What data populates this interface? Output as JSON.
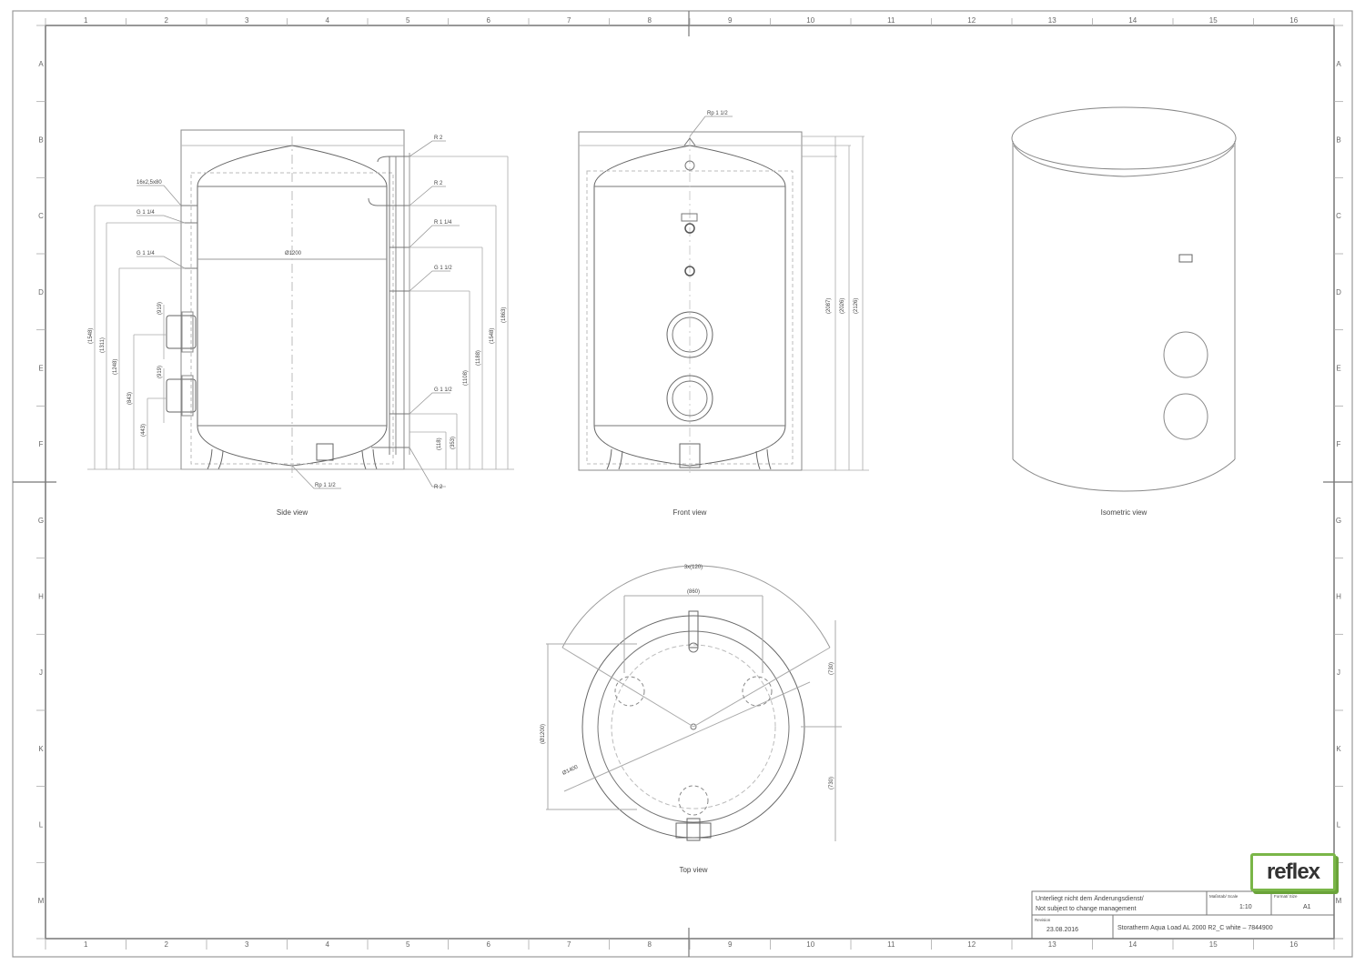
{
  "frame": {
    "columns": [
      "1",
      "2",
      "3",
      "4",
      "5",
      "6",
      "7",
      "8",
      "9",
      "10",
      "11",
      "12",
      "13",
      "14",
      "15",
      "16"
    ],
    "rows": [
      "A",
      "B",
      "C",
      "D",
      "E",
      "F",
      "G",
      "H",
      "J",
      "K",
      "L",
      "M"
    ]
  },
  "views": {
    "side": "Side view",
    "front": "Front view",
    "isometric": "Isometric view",
    "top": "Top view"
  },
  "side_labels": {
    "r2_top": "R 2",
    "r2_b": "R 2",
    "r114": "R 1 1/4",
    "g112_upper": "G 1 1/2",
    "g112_lower": "G 1 1/2",
    "r2_bottom": "R 2",
    "flange": "16x2,5x80",
    "g114_a": "G 1 1/4",
    "g114_b": "G 1 1/4",
    "diameter": "Ø1200",
    "bottom_conn": "Rp 1 1/2",
    "dims_left": [
      "(1548)",
      "(1311)",
      "(1248)",
      "(843)",
      "(443)"
    ],
    "dims_flange": [
      "(919)",
      "(919)"
    ],
    "dims_right": [
      "(1863)",
      "(1548)",
      "(1188)",
      "(1108)",
      "(118)",
      "(353)"
    ]
  },
  "front_labels": {
    "top_conn": "Rp 1 1/2",
    "dims": [
      "(2087)",
      "(2026)",
      "(2126)"
    ]
  },
  "top_labels": {
    "angle": "3x(120)",
    "width": "(860)",
    "dia1": "Ø1400",
    "dia2": "(Ø1200)",
    "r1": "(730)",
    "r2": "(730)"
  },
  "title_block": {
    "logo": "reflex",
    "note_de": "Unterliegt nicht dem Änderungsdienst/",
    "note_en": "Not subject to change management",
    "scale_label": "Maßstab/ Scale",
    "scale_value": "1:10",
    "format_label": "Format/ Size",
    "format_value": "A1",
    "revision_label": "Revision",
    "date": "23.08.2016",
    "description": "Storatherm Aqua Load AL 2000 R2_C white – 7844900"
  }
}
